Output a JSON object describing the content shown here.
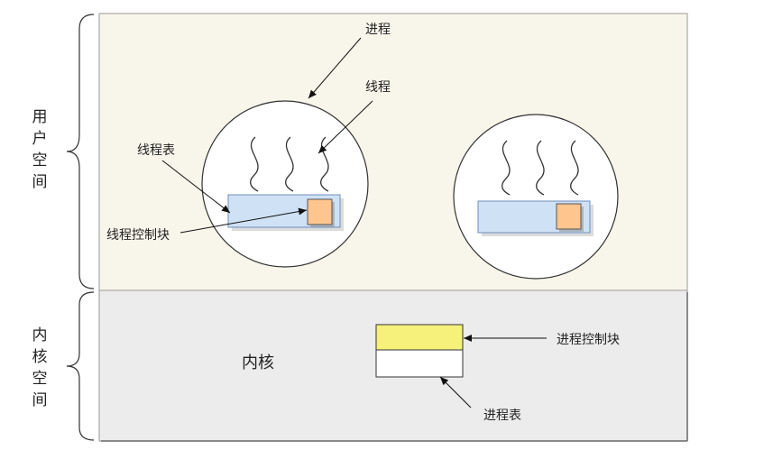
{
  "labels": {
    "user_space": [
      "用",
      "户",
      "空",
      "间"
    ],
    "kernel_space": [
      "内",
      "核",
      "空",
      "间"
    ],
    "process": "进程",
    "thread": "线程",
    "thread_table": "线程表",
    "thread_control_block": "线程控制块",
    "kernel": "内核",
    "process_control_block": "进程控制块",
    "process_table": "进程表"
  },
  "colors": {
    "user_space_bg": "#f8f5ea",
    "kernel_space_bg": "#ececec",
    "region_border": "#9a9a9a",
    "process_circle": "#ffffff",
    "thread_table_fill": "#cfe2f5",
    "thread_table_stroke": "#6c8ebf",
    "tcb_fill": "#ffc58e",
    "pcb_fill": "#f6f17a",
    "process_table_fill": "#ffffff",
    "stroke": "#333333"
  }
}
